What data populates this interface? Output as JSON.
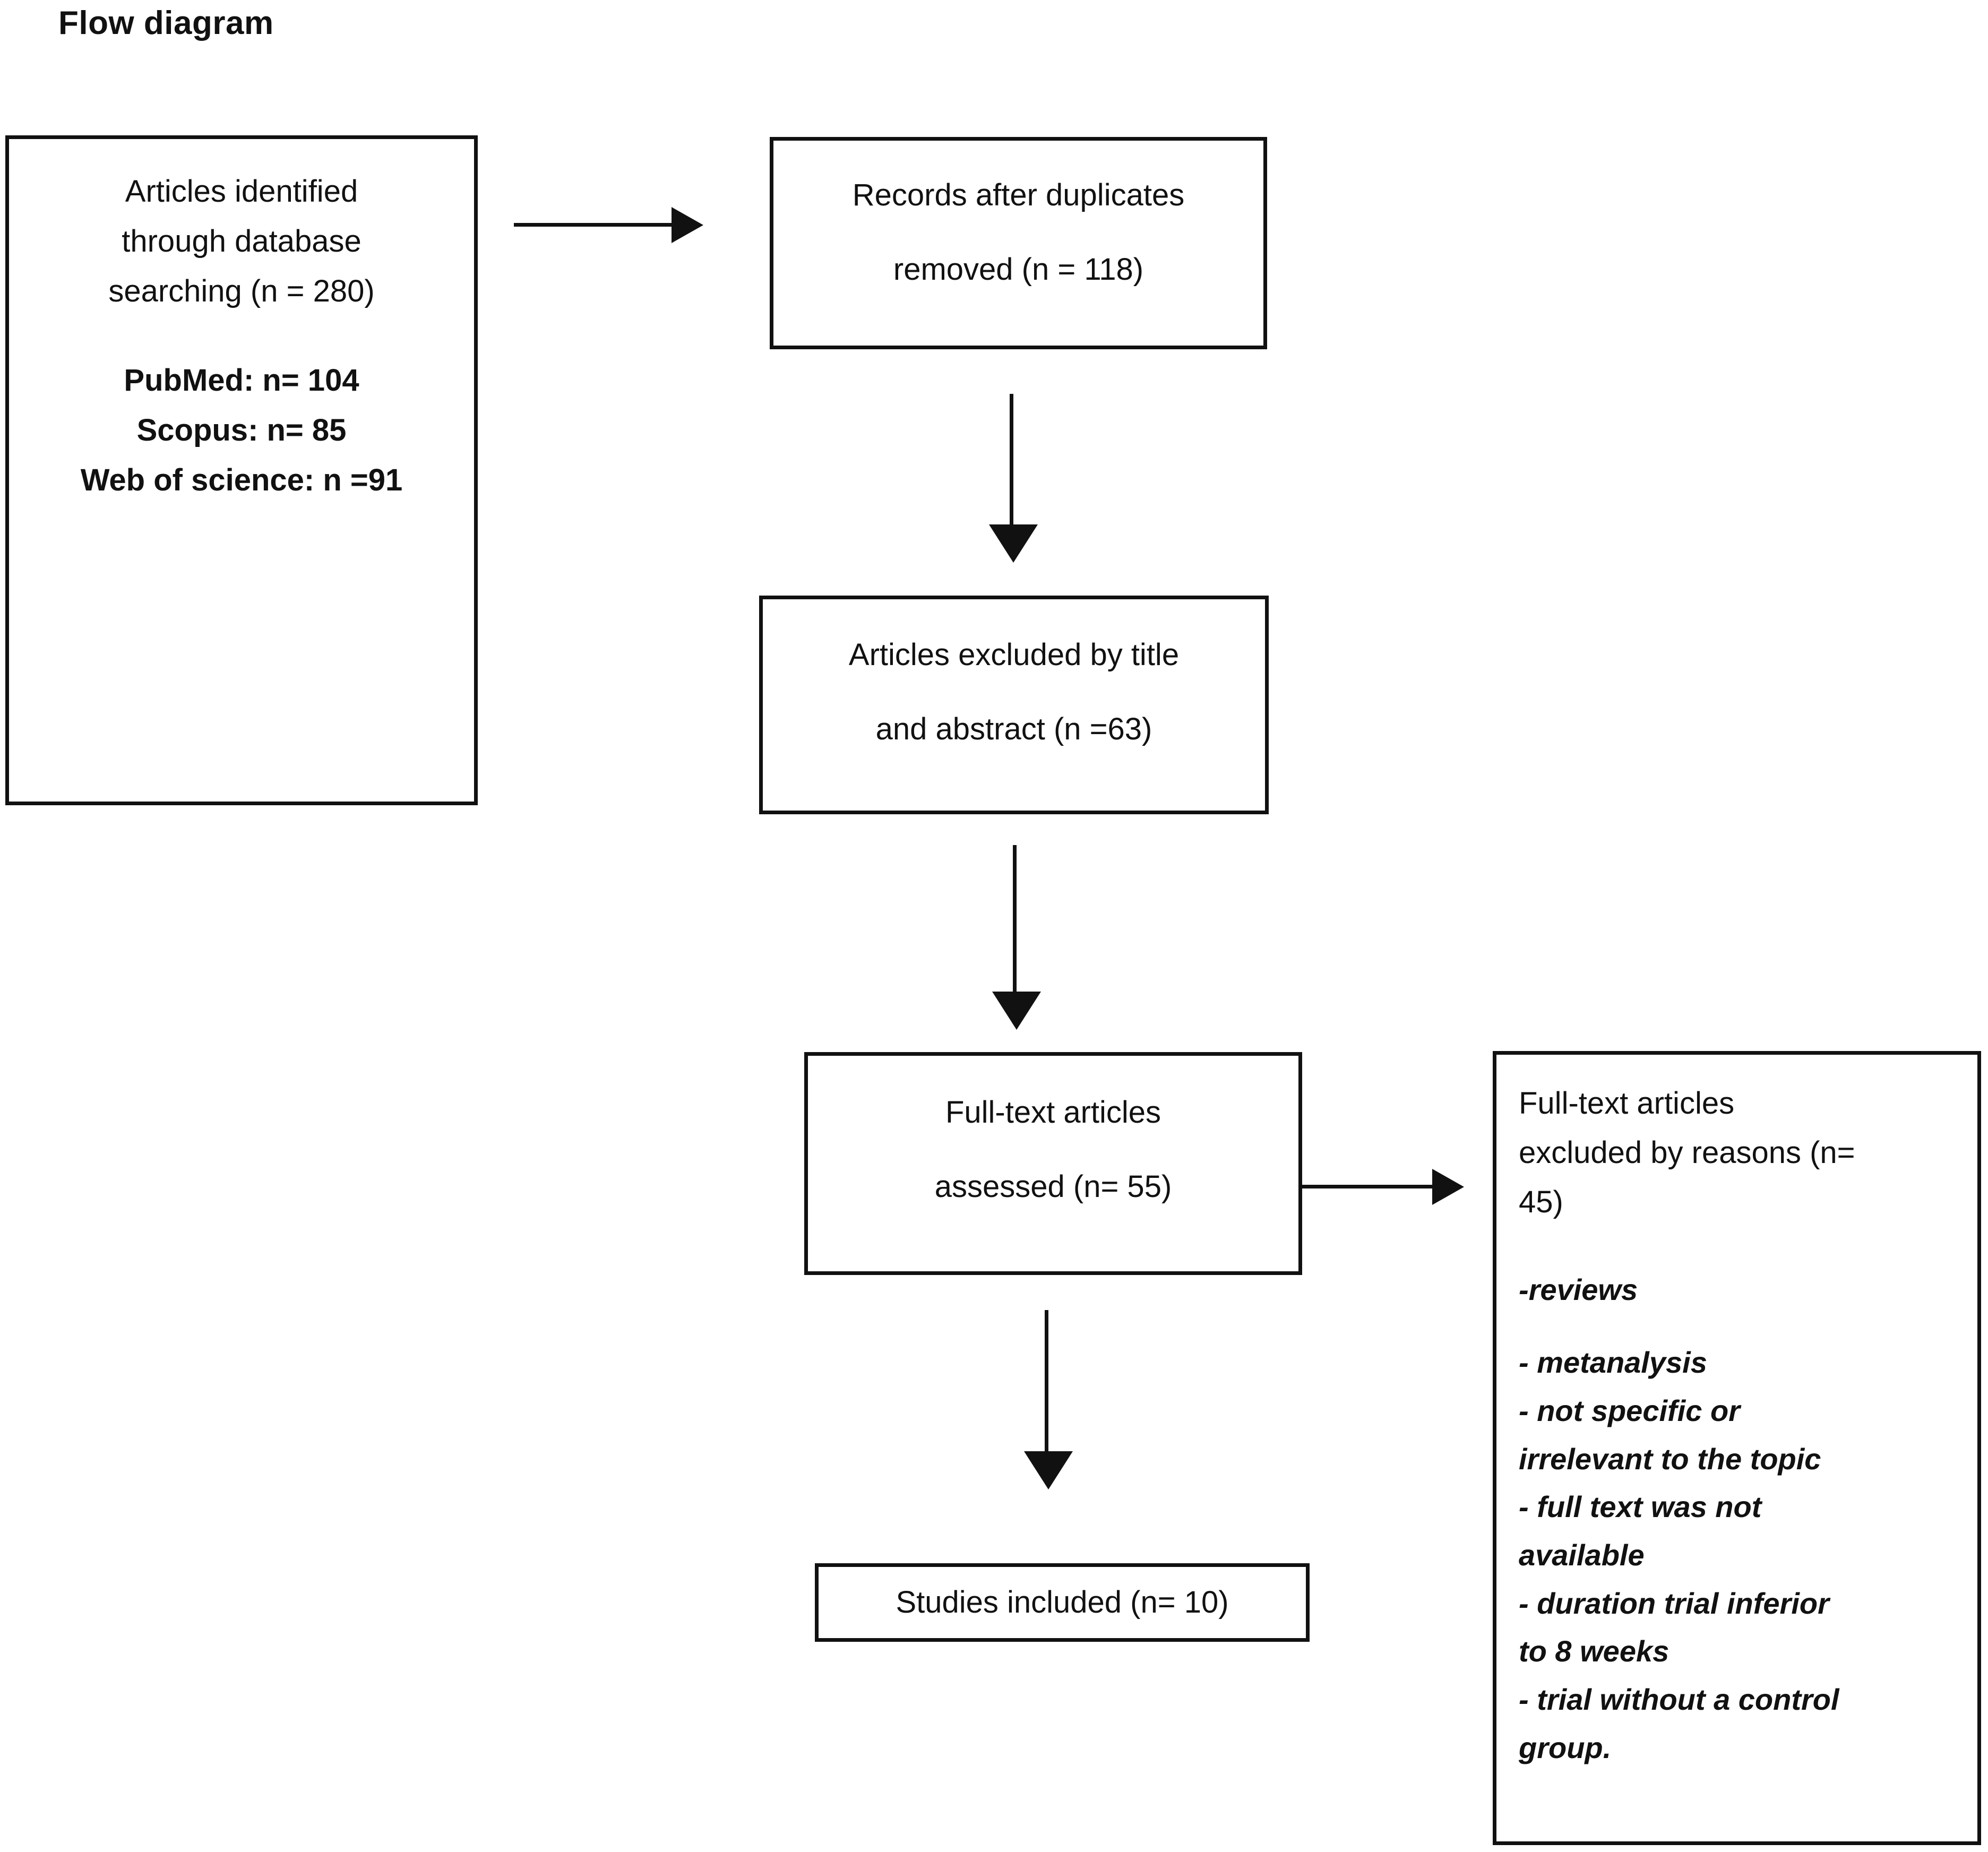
{
  "figure": {
    "title": "Flow diagram",
    "type": "PRISMA study selection flow diagram"
  },
  "nodes": {
    "identified": {
      "line1": "Articles identified",
      "line2": "through database",
      "line3": "searching (n = 280)",
      "sources": [
        "PubMed: n= 104",
        "Scopus: n= 85",
        "Web of science: n =91"
      ]
    },
    "duplicates": {
      "line1": "Records after duplicates",
      "line2": "removed (n = 118)"
    },
    "excluded_title": {
      "line1": "Articles excluded by title",
      "line2": "and abstract (n =63)"
    },
    "fulltext": {
      "line1": "Full-text articles",
      "line2": "assessed (n= 55)"
    },
    "studies": {
      "line1": "Studies included (n= 10)"
    },
    "reasons": {
      "heading_line1": "Full-text articles",
      "heading_line2": "excluded by reasons (n=",
      "heading_line3": "45)",
      "items": [
        "-reviews",
        "- metanalysis",
        "- not specific or",
        "irrelevant to the topic",
        " - full text was not",
        "available",
        "-  duration trial inferior",
        "to 8 weeks",
        "- trial without a control",
        "group."
      ]
    }
  },
  "chart_data": {
    "type": "diagram",
    "title": "Flow diagram",
    "stages": [
      {
        "id": "identified",
        "label": "Articles identified through database searching",
        "n": 280
      },
      {
        "id": "pubmed",
        "label": "PubMed",
        "n": 104
      },
      {
        "id": "scopus",
        "label": "Scopus",
        "n": 85
      },
      {
        "id": "web_of_science",
        "label": "Web of science",
        "n": 91
      },
      {
        "id": "duplicates",
        "label": "Records after duplicates removed",
        "n": 118
      },
      {
        "id": "excluded_title",
        "label": "Articles excluded by title and abstract",
        "n": 63
      },
      {
        "id": "fulltext",
        "label": "Full-text articles assessed",
        "n": 55
      },
      {
        "id": "reasons",
        "label": "Full-text articles excluded by reasons",
        "n": 45
      },
      {
        "id": "studies",
        "label": "Studies included",
        "n": 10
      }
    ],
    "edges": [
      {
        "from": "identified",
        "to": "duplicates",
        "direction": "right"
      },
      {
        "from": "duplicates",
        "to": "excluded_title",
        "direction": "down"
      },
      {
        "from": "excluded_title",
        "to": "fulltext",
        "direction": "down"
      },
      {
        "from": "fulltext",
        "to": "reasons",
        "direction": "right"
      },
      {
        "from": "fulltext",
        "to": "studies",
        "direction": "down"
      }
    ],
    "exclusion_reasons": [
      "reviews",
      "metanalysis",
      "not specific or irrelevant to the topic",
      "full text was not available",
      "duration trial inferior to 8 weeks",
      "trial without a control group."
    ]
  },
  "colors": {
    "ink": "#111111",
    "background": "#ffffff"
  }
}
